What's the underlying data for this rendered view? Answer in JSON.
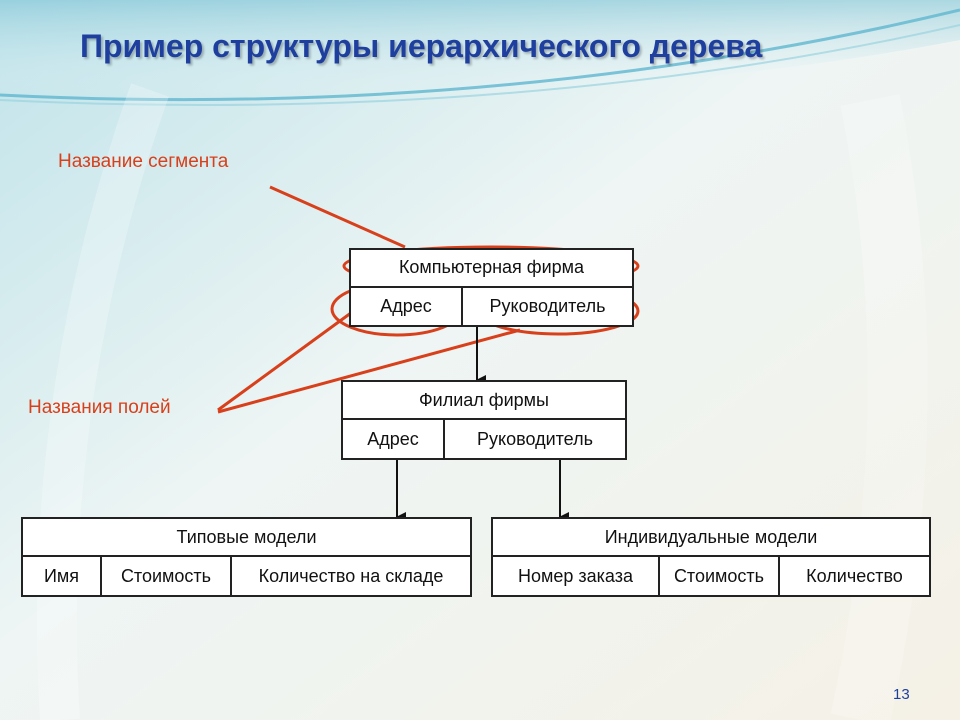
{
  "slide": {
    "title": "Пример структуры иерархического дерева",
    "page_number": "13"
  },
  "callouts": {
    "segment_name": "Название сегмента",
    "field_names": "Названия полей"
  },
  "segments": {
    "company": {
      "name": "Компьютерная фирма",
      "fields": [
        "Адрес",
        "Руководитель"
      ]
    },
    "branch": {
      "name": "Филиал фирмы",
      "fields": [
        "Адрес",
        "Руководитель"
      ]
    },
    "standard_models": {
      "name": "Типовые модели",
      "fields": [
        "Имя",
        "Стоимость",
        "Количество на складе"
      ]
    },
    "custom_models": {
      "name": "Индивидуальные модели",
      "fields": [
        "Номер заказа",
        "Стоимость",
        "Количество"
      ]
    }
  },
  "colors": {
    "title": "#1f3f9f",
    "callout": "#d8401b",
    "box_border": "#222222"
  }
}
